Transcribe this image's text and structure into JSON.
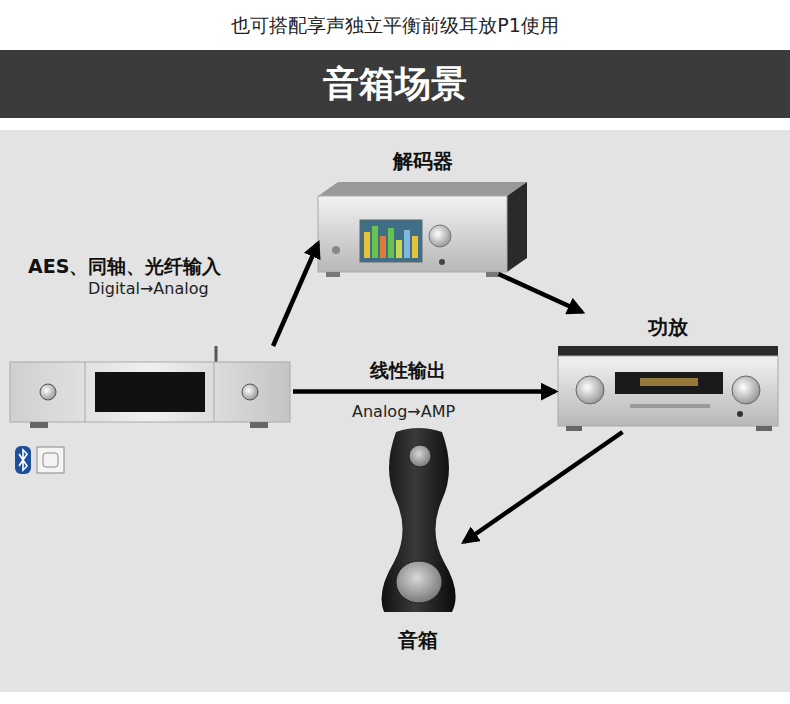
{
  "diagram": {
    "title": "音箱场景",
    "nodes": [
      {
        "text": [
          "解码器"
        ]
      },
      {
        "text": []
      },
      {
        "text": [
          "功放"
        ]
      },
      {
        "text": [
          "音箱"
        ]
      }
    ],
    "edges": [
      {
        "from": 1,
        "to": 0,
        "arrow": "to"
      },
      {
        "from": 0,
        "to": 2,
        "arrow": "to"
      },
      {
        "from": 1,
        "to": 2,
        "arrow": "to"
      },
      {
        "from": 2,
        "to": 3,
        "arrow": "to"
      }
    ],
    "labels": [
      "也可搭配享声独立平衡前级耳放P1使用",
      "AES、同轴、光纤输入",
      "Digital→Analog",
      "线性输出",
      "Analog→AMP"
    ]
  }
}
